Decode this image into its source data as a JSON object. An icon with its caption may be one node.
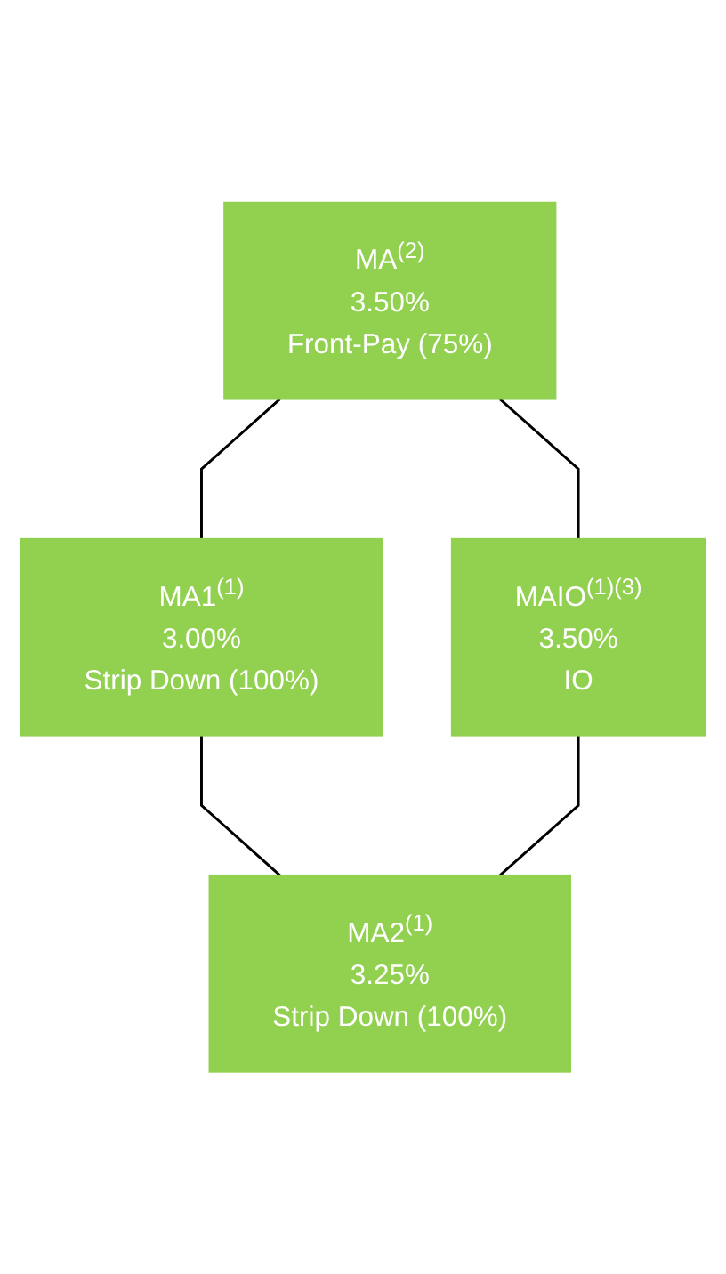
{
  "diagram": {
    "nodes": [
      {
        "text": [
          "MA$^{(2)}$",
          "3.50%",
          "Front-Pay (75%)"
        ]
      },
      {
        "text": [
          "MA1$^{(1)}$",
          "3.00%",
          "Strip Down (100%)"
        ]
      },
      {
        "text": [
          "MAIO$^{(1)(3)}$",
          "3.50%",
          "IO"
        ]
      },
      {
        "text": [
          "MA2$^{(1)}$",
          "3.25%",
          "Strip Down (100%)"
        ]
      }
    ],
    "edges": [
      {
        "from": 0,
        "to": 1,
        "arrow": "none"
      },
      {
        "from": 0,
        "to": 2,
        "arrow": "none"
      },
      {
        "from": 1,
        "to": 3,
        "arrow": "none"
      },
      {
        "from": 2,
        "to": 3,
        "arrow": "none"
      }
    ]
  }
}
